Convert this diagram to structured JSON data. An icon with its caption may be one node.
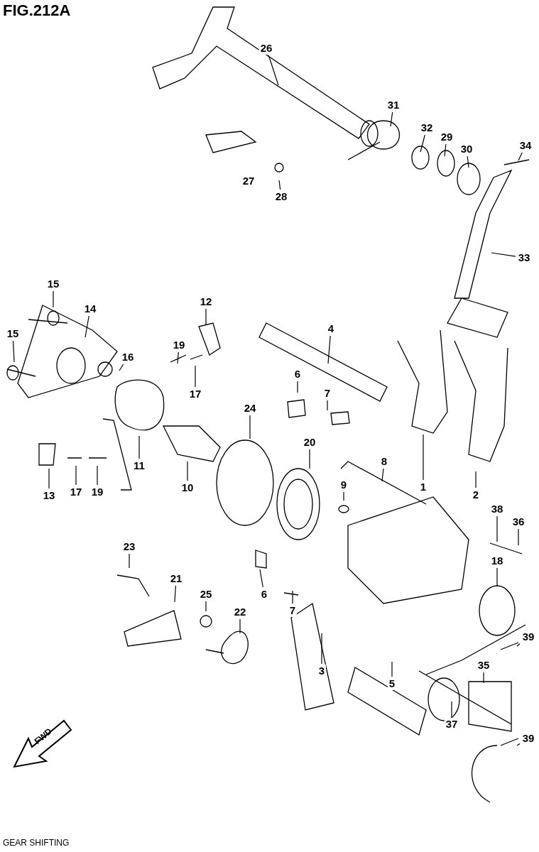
{
  "diagram": {
    "title": "FIG.212A",
    "caption": "GEAR SHIFTING",
    "nodes": [
      {
        "text": [
          "26"
        ]
      },
      {
        "text": [
          "31"
        ]
      },
      {
        "text": [
          "32"
        ]
      },
      {
        "text": [
          "29"
        ]
      },
      {
        "text": [
          "30"
        ]
      },
      {
        "text": [
          "34"
        ]
      },
      {
        "text": [
          "27"
        ]
      },
      {
        "text": [
          "28"
        ]
      },
      {
        "text": [
          "33"
        ]
      },
      {
        "text": [
          "15"
        ]
      },
      {
        "text": [
          "14"
        ]
      },
      {
        "text": [
          "12"
        ]
      },
      {
        "text": [
          "4"
        ]
      },
      {
        "text": [
          "15"
        ]
      },
      {
        "text": [
          "19"
        ]
      },
      {
        "text": [
          "16"
        ]
      },
      {
        "text": [
          "6"
        ]
      },
      {
        "text": [
          "7"
        ]
      },
      {
        "text": [
          "17"
        ]
      },
      {
        "text": [
          "24"
        ]
      },
      {
        "text": [
          "20"
        ]
      },
      {
        "text": [
          "8"
        ]
      },
      {
        "text": [
          "11"
        ]
      },
      {
        "text": [
          "1"
        ]
      },
      {
        "text": [
          "9"
        ]
      },
      {
        "text": [
          "10"
        ]
      },
      {
        "text": [
          "2"
        ]
      },
      {
        "text": [
          "13"
        ]
      },
      {
        "text": [
          "17"
        ]
      },
      {
        "text": [
          "19"
        ]
      },
      {
        "text": [
          "38"
        ]
      },
      {
        "text": [
          "36"
        ]
      },
      {
        "text": [
          "23"
        ]
      },
      {
        "text": [
          "18"
        ]
      },
      {
        "text": [
          "21"
        ]
      },
      {
        "text": [
          "25"
        ]
      },
      {
        "text": [
          "6"
        ]
      },
      {
        "text": [
          "22"
        ]
      },
      {
        "text": [
          "7"
        ]
      },
      {
        "text": [
          "39"
        ]
      },
      {
        "text": [
          "35"
        ]
      },
      {
        "text": [
          "3"
        ]
      },
      {
        "text": [
          "5"
        ]
      },
      {
        "text": [
          "37"
        ]
      },
      {
        "text": [
          "39"
        ]
      }
    ],
    "edges": [
      {
        "from": 0,
        "to": null,
        "arrow": "none"
      },
      {
        "from": 1,
        "to": null,
        "arrow": "none"
      },
      {
        "from": 2,
        "to": null,
        "arrow": "none"
      },
      {
        "from": 3,
        "to": null,
        "arrow": "none"
      },
      {
        "from": 4,
        "to": null,
        "arrow": "none"
      },
      {
        "from": 5,
        "to": null,
        "arrow": "none"
      },
      {
        "from": 7,
        "to": null,
        "arrow": "none"
      },
      {
        "from": 8,
        "to": null,
        "arrow": "none"
      },
      {
        "from": 9,
        "to": null,
        "arrow": "none"
      },
      {
        "from": 10,
        "to": null,
        "arrow": "none"
      },
      {
        "from": 11,
        "to": null,
        "arrow": "none"
      },
      {
        "from": 12,
        "to": null,
        "arrow": "none"
      },
      {
        "from": 13,
        "to": null,
        "arrow": "none"
      },
      {
        "from": 14,
        "to": null,
        "arrow": "none"
      },
      {
        "from": 15,
        "to": null,
        "arrow": "none"
      },
      {
        "from": 16,
        "to": null,
        "arrow": "none"
      },
      {
        "from": 17,
        "to": null,
        "arrow": "none"
      },
      {
        "from": 18,
        "to": null,
        "arrow": "none"
      },
      {
        "from": 19,
        "to": null,
        "arrow": "none"
      },
      {
        "from": 20,
        "to": null,
        "arrow": "none"
      },
      {
        "from": 21,
        "to": null,
        "arrow": "none"
      },
      {
        "from": 22,
        "to": null,
        "arrow": "none"
      },
      {
        "from": 23,
        "to": null,
        "arrow": "none"
      },
      {
        "from": 24,
        "to": null,
        "arrow": "none"
      },
      {
        "from": 25,
        "to": null,
        "arrow": "none"
      },
      {
        "from": 26,
        "to": null,
        "arrow": "none"
      },
      {
        "from": 27,
        "to": null,
        "arrow": "none"
      },
      {
        "from": 28,
        "to": null,
        "arrow": "none"
      },
      {
        "from": 29,
        "to": null,
        "arrow": "none"
      },
      {
        "from": 30,
        "to": null,
        "arrow": "none"
      },
      {
        "from": 31,
        "to": null,
        "arrow": "none"
      },
      {
        "from": 32,
        "to": null,
        "arrow": "none"
      },
      {
        "from": 33,
        "to": null,
        "arrow": "none"
      },
      {
        "from": 34,
        "to": null,
        "arrow": "none"
      },
      {
        "from": 35,
        "to": null,
        "arrow": "none"
      },
      {
        "from": 36,
        "to": null,
        "arrow": "none"
      },
      {
        "from": 37,
        "to": null,
        "arrow": "none"
      },
      {
        "from": 38,
        "to": null,
        "arrow": "none"
      },
      {
        "from": 39,
        "to": null,
        "arrow": "none"
      },
      {
        "from": 40,
        "to": null,
        "arrow": "none"
      },
      {
        "from": 41,
        "to": null,
        "arrow": "none"
      },
      {
        "from": 42,
        "to": null,
        "arrow": "none"
      },
      {
        "from": 43,
        "to": null,
        "arrow": "none"
      },
      {
        "from": 44,
        "to": null,
        "arrow": "none"
      }
    ],
    "labels": [
      "FWD"
    ]
  }
}
